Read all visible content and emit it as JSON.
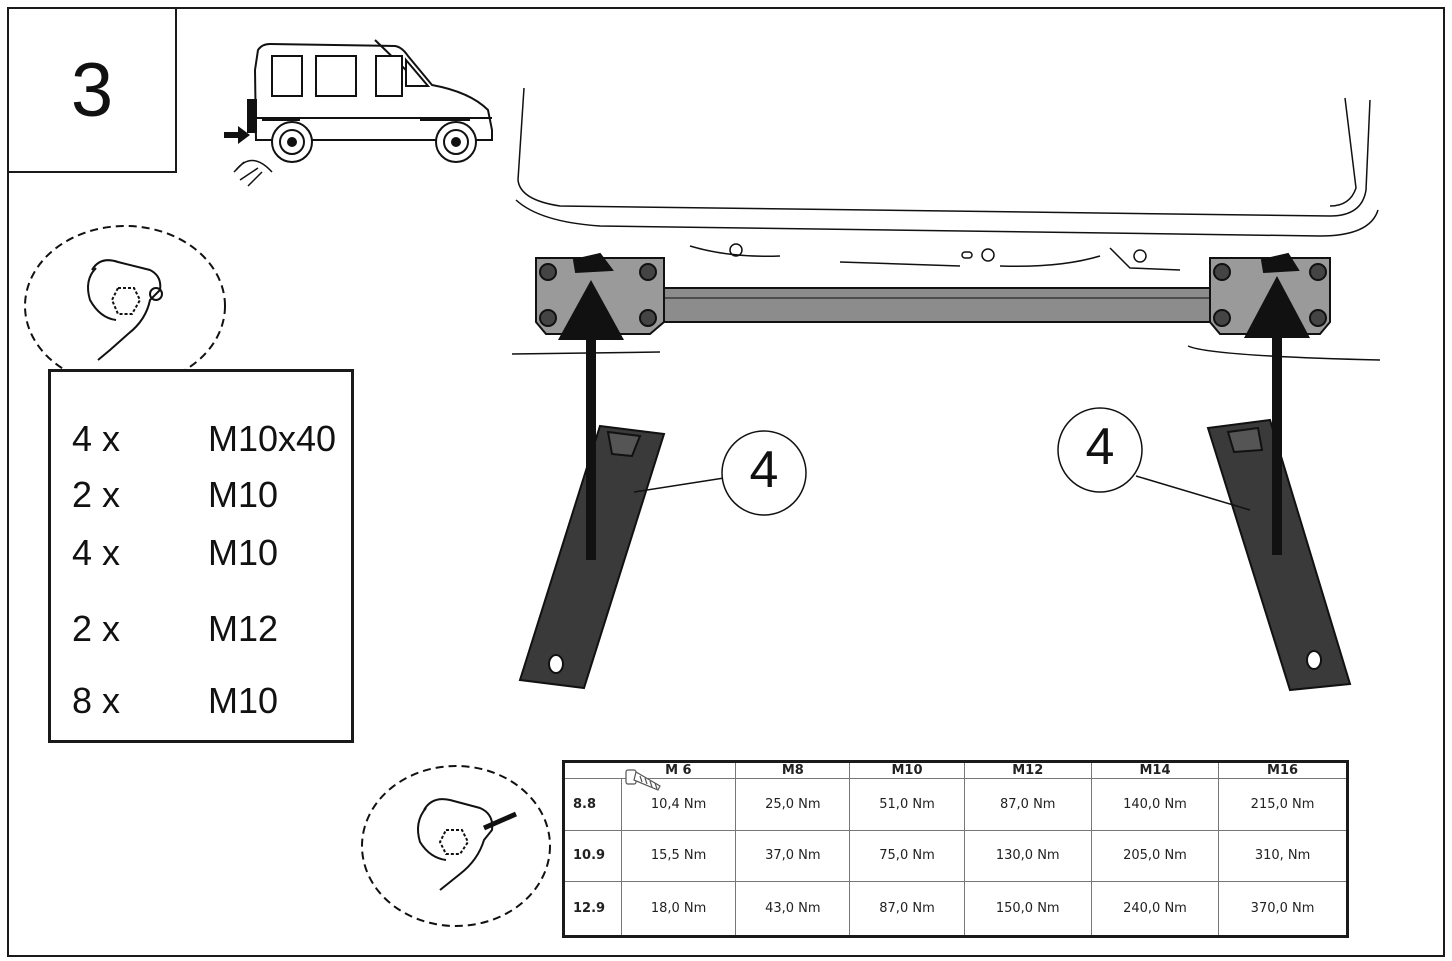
{
  "step_number": "3",
  "parts": [
    {
      "qty": "4 x",
      "size": "M10x40",
      "icon": "bolt-icon"
    },
    {
      "qty": "2 x",
      "size": "M10",
      "icon": "spring-washer-icon"
    },
    {
      "qty": "4 x",
      "size": "M10",
      "icon": "washer-icon"
    },
    {
      "qty": "2 x",
      "size": "M12",
      "icon": "washer-icon"
    },
    {
      "qty": "8 x",
      "size": "M10",
      "icon": "hex-nut-icon"
    }
  ],
  "callouts": [
    "4",
    "4"
  ],
  "torque_table": {
    "columns": [
      "M 6",
      "M8",
      "M10",
      "M12",
      "M14",
      "M16"
    ],
    "rows": [
      {
        "grade": "8.8",
        "values": [
          "10,4 Nm",
          "25,0 Nm",
          "51,0 Nm",
          "87,0 Nm",
          "140,0 Nm",
          "215,0 Nm"
        ]
      },
      {
        "grade": "10.9",
        "values": [
          "15,5 Nm",
          "37,0 Nm",
          "75,0 Nm",
          "130,0 Nm",
          "205,0 Nm",
          "310, Nm"
        ]
      },
      {
        "grade": "12.9",
        "values": [
          "18,0 Nm",
          "43,0 Nm",
          "87,0 Nm",
          "150,0 Nm",
          "240,0 Nm",
          "370,0 Nm"
        ]
      }
    ]
  }
}
